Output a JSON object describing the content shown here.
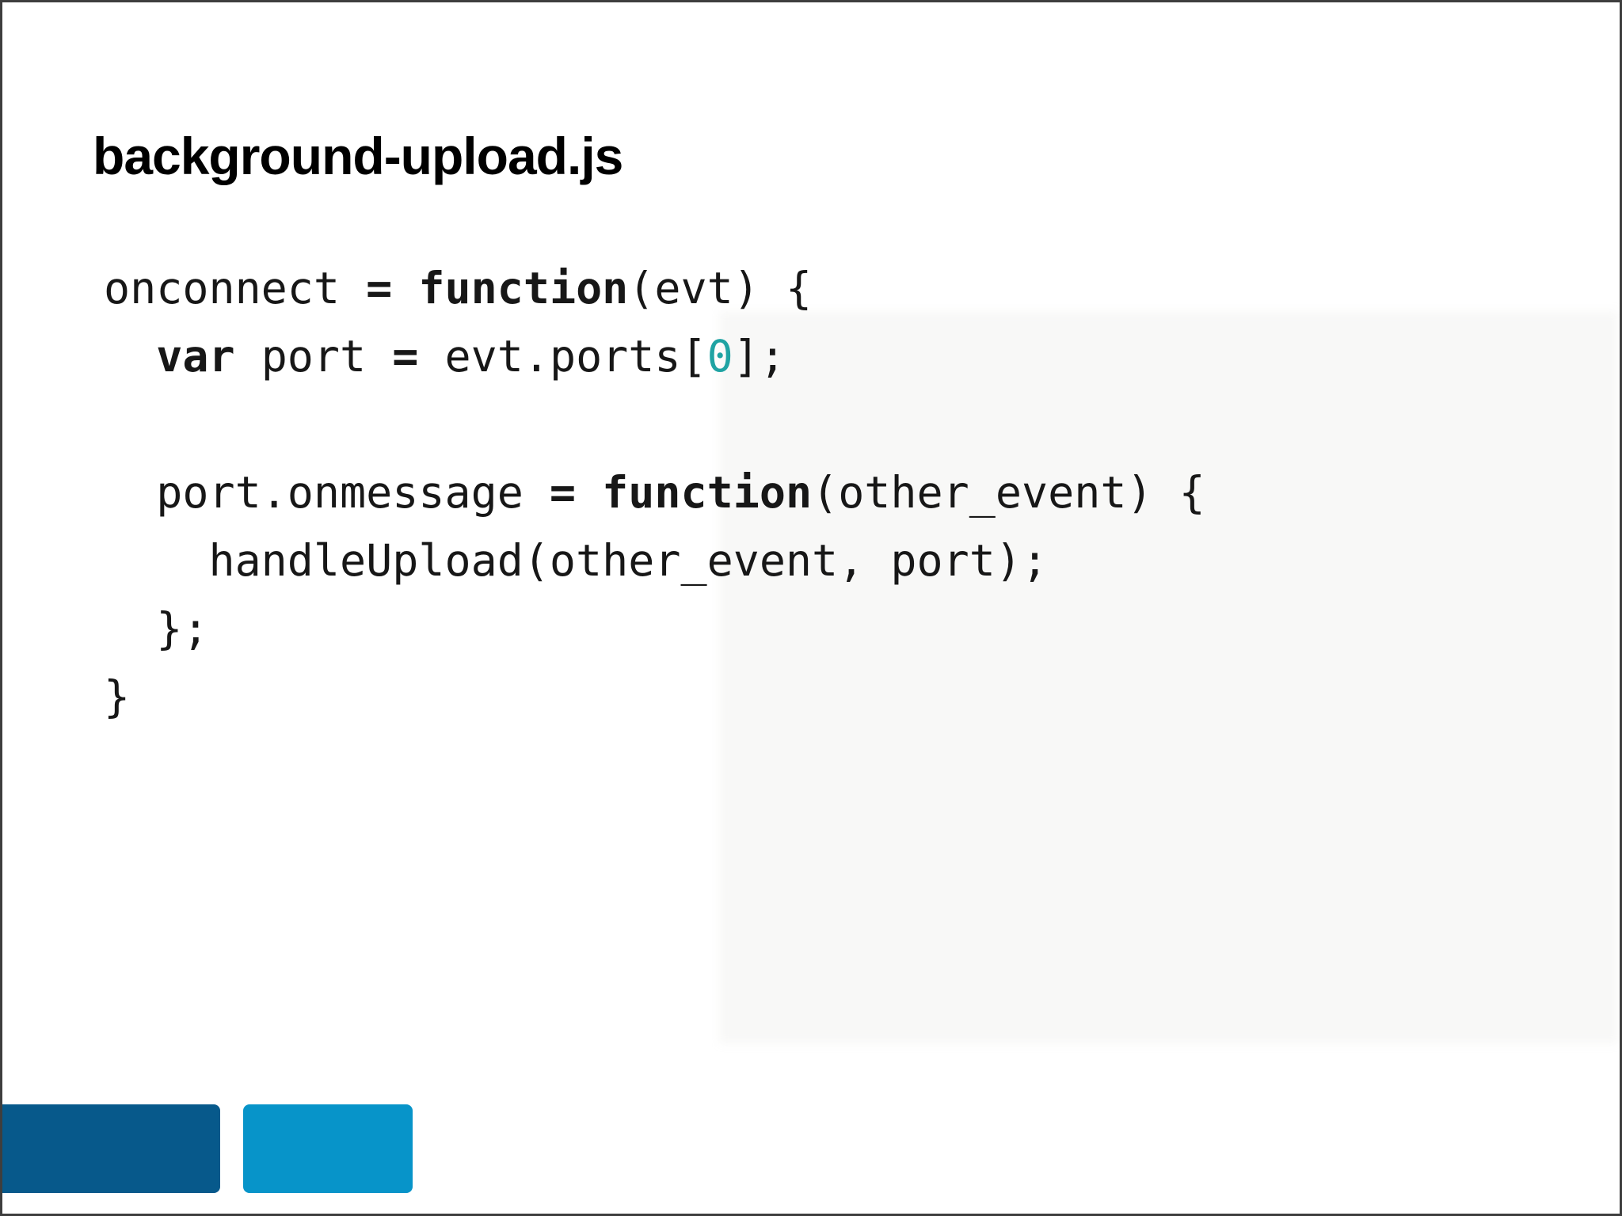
{
  "slide": {
    "title": "background-upload.js"
  },
  "code": {
    "language": "javascript",
    "lines": [
      [
        {
          "t": "onconnect ",
          "s": "plain"
        },
        {
          "t": "=",
          "s": "bold"
        },
        {
          "t": " ",
          "s": "plain"
        },
        {
          "t": "function",
          "s": "bold"
        },
        {
          "t": "(evt) {",
          "s": "plain"
        }
      ],
      [
        {
          "t": "  ",
          "s": "plain"
        },
        {
          "t": "var",
          "s": "bold"
        },
        {
          "t": " port ",
          "s": "plain"
        },
        {
          "t": "=",
          "s": "bold"
        },
        {
          "t": " evt.ports[",
          "s": "plain"
        },
        {
          "t": "0",
          "s": "num"
        },
        {
          "t": "];",
          "s": "plain"
        }
      ],
      [],
      [
        {
          "t": "  port.onmessage ",
          "s": "plain"
        },
        {
          "t": "=",
          "s": "bold"
        },
        {
          "t": " ",
          "s": "plain"
        },
        {
          "t": "function",
          "s": "bold"
        },
        {
          "t": "(other_event) {",
          "s": "plain"
        }
      ],
      [
        {
          "t": "    handleUpload(other_event, port);",
          "s": "plain"
        }
      ],
      [
        {
          "t": "  };",
          "s": "plain"
        }
      ],
      [
        {
          "t": "}",
          "s": "plain"
        }
      ]
    ],
    "plain_text": "onconnect = function(evt) {\n  var port = evt.ports[0];\n\n  port.onmessage = function(other_event) {\n    handleUpload(other_event, port);\n  };\n}"
  },
  "colors": {
    "background": "#ffffff",
    "frame_border": "#3e3e3e",
    "title_text": "#000000",
    "code_text": "#171717",
    "number_literal": "#1fa3a3",
    "accent_dark_blue": "#07598b",
    "accent_light_blue": "#0794c9"
  },
  "decorations": {
    "bars": [
      {
        "name": "dark-blue-bar"
      },
      {
        "name": "light-blue-bar"
      }
    ]
  }
}
